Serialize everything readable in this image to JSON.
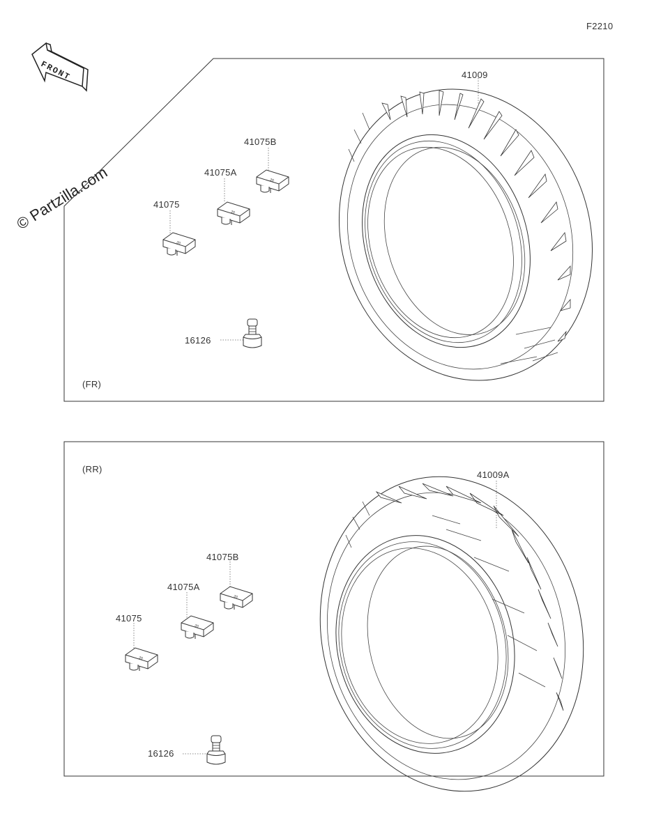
{
  "diagram_code": "F2210",
  "watermark": "© Partzilla.com",
  "front_arrow_label": "FRONT",
  "front_panel": {
    "section_label": "(FR)",
    "parts": {
      "tire": "41009",
      "weight": "41075",
      "weight_a": "41075A",
      "weight_b": "41075B",
      "valve": "16126"
    }
  },
  "rear_panel": {
    "section_label": "(RR)",
    "parts": {
      "tire": "41009A",
      "weight": "41075",
      "weight_a": "41075A",
      "weight_b": "41075B",
      "valve": "16126"
    }
  }
}
